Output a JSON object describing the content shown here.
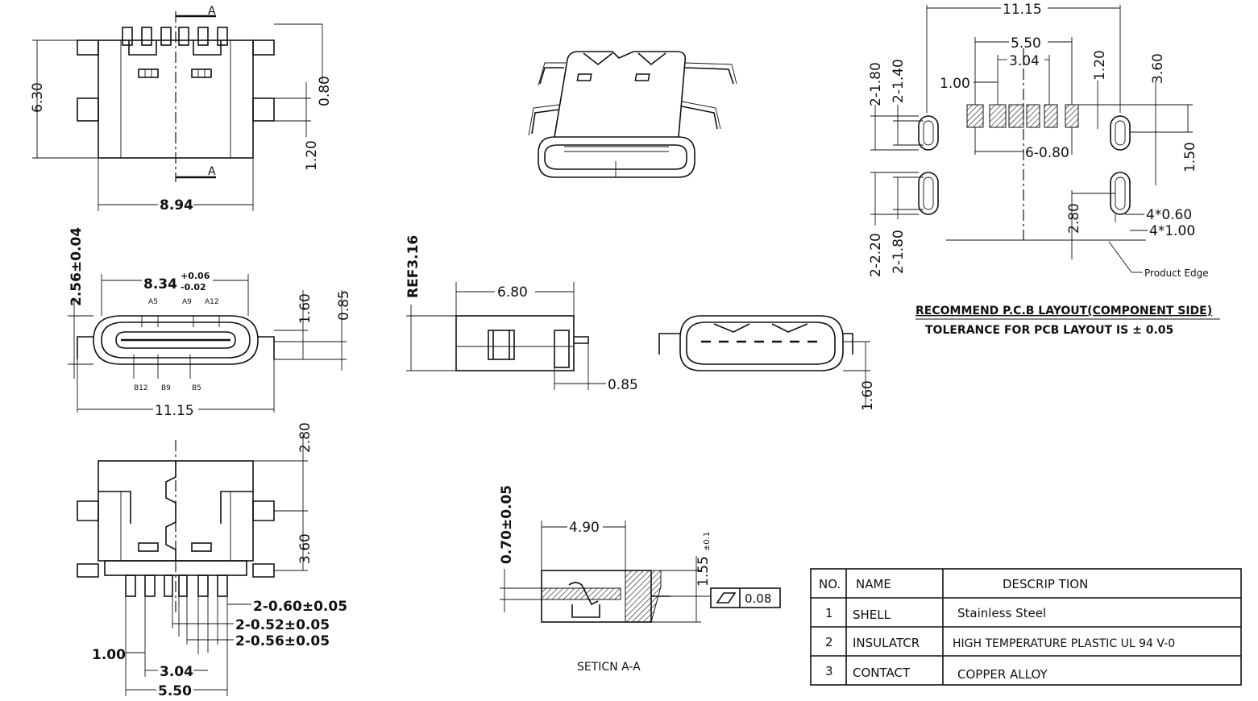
{
  "top_view": {
    "section_mark_top": "A",
    "section_mark_bottom": "A",
    "dim_height": "6.30",
    "dim_width": "8.94",
    "dim_tab": "0.80",
    "dim_tab_gap": "1.20"
  },
  "front_view": {
    "dim_thickness": "2.56±0.04",
    "dim_opening_base": "8.34",
    "dim_opening_tol_plus": "+0.06",
    "dim_opening_tol_minus": "-0.02",
    "dim_overall": "11.15",
    "dim_1_60": "1.60",
    "dim_0_85": "0.85",
    "pin_labels_top": [
      "A5",
      "A9",
      "A12"
    ],
    "pin_labels_bottom": [
      "B12",
      "B9",
      "B5"
    ]
  },
  "bottom_view": {
    "dim_2_80": "2.80",
    "dim_3_60": "3.60",
    "dim_pin_a": "2-0.60±0.05",
    "dim_pin_b": "2-0.52±0.05",
    "dim_pin_c": "2-0.56±0.05",
    "dim_1_00": "1.00",
    "dim_3_04": "3.04",
    "dim_5_50": "5.50"
  },
  "side_view": {
    "dim_ref": "REF3.16",
    "dim_length": "6.80",
    "dim_085": "0.85"
  },
  "front_small": {
    "dim_1_60": "1.60"
  },
  "section": {
    "dim_thick": "0.70±0.05",
    "dim_len": "4.90",
    "dim_side": "1.55",
    "dim_side_tol": "±0.1",
    "flatness_value": "0.08",
    "caption": "SETICN A-A"
  },
  "pcb_layout": {
    "dim_11_15": "11.15",
    "dim_5_50": "5.50",
    "dim_3_04": "3.04",
    "dim_1_00": "1.00",
    "dim_2_180": "2-1.80",
    "dim_2_140": "2-1.40",
    "dim_1_20": "1.20",
    "dim_3_60": "3.60",
    "dim_6_080": "6-0.80",
    "dim_1_50": "1.50",
    "dim_2_220": "2-2.20",
    "dim_2_180b": "2-1.80",
    "dim_2_80": "2.80",
    "dim_4_060": "4*0.60",
    "dim_4_100": "4*1.00",
    "product_edge": "Product Edge",
    "title": "RECOMMEND P.C.B LAYOUT(COMPONENT SIDE)",
    "tolerance": "TOLERANCE FOR PCB LAYOUT IS ± 0.05"
  },
  "bom": {
    "headers": [
      "NO.",
      "NAME",
      "DESCRIP TION"
    ],
    "rows": [
      {
        "no": "1",
        "name": "SHELL",
        "desc": "Stainless Steel"
      },
      {
        "no": "2",
        "name": "INSULATCR",
        "desc": "HIGH TEMPERATURE PLASTIC UL 94 V-0"
      },
      {
        "no": "3",
        "name": "CONTACT",
        "desc": "COPPER ALLOY"
      }
    ]
  }
}
